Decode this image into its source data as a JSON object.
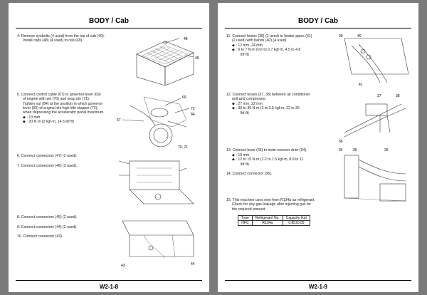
{
  "left_page": {
    "title": "BODY / Cab",
    "steps": [
      {
        "text": "4.  Remove eyebolts (4 used) from the top of cab (49).",
        "text2": "Install caps (48) (4 used) to cab (49)."
      },
      {
        "text": "5.  Connect control cable (67) to governor lever (69)",
        "text2": "of engine with pin (70) and snap pin (71).",
        "text3": "Tighten nut (84) at the position in which governor",
        "text4": "lever (69) of engine hits high idle stopper (72),",
        "text5": "when depressing the accelerator pedal maximum."
      },
      {
        "text": "6.  Connect connectors (47) (2 used)."
      },
      {
        "text": "7.  Connect connectors (46) (3 used)."
      },
      {
        "text": "8.  Connect connectors (45) (2 used)."
      },
      {
        "text": "9.  Connect connectors (44) (2 used)."
      },
      {
        "text": "10. Connect connector (43)."
      }
    ],
    "spec5a": ": 13 mm",
    "spec5b": ": 20 N·m (2 kgf·m, 14.5 lbf·ft)",
    "labels": {
      "c48": "48",
      "c49": "49",
      "c67": "67",
      "c69": "69",
      "c72": "72",
      "c84": "84",
      "c7071": "70, 71",
      "c43": "43",
      "c44": "44"
    },
    "footer": "W2-1-8"
  },
  "right_page": {
    "title": "BODY / Cab",
    "s11": "11. Connect hoses (39) (2 used) to heater pipes (41)",
    "s11b": "(2 used) with bands (40) (4 used).",
    "s11c": ": 12 mm, 24 mm",
    "s11d": ": 6 to 7 N·m (0.6 to 0.7 kgf·m, 4.5 to 4.8",
    "s11e": "lbf·ft)",
    "s12": "12. Connect hoses (37, 38) between air conditioner",
    "s12b": "unit and compressor.",
    "s12c": ": 27 mm, 22 mm",
    "s12d": ": 30 to 35 N·m (3 to 3.5 kgf·m, 22 to 26",
    "s12e": "lbf·ft)",
    "s13": "13. Connect hose (35) to main receiver drier (34).",
    "s13b": ": 19 mm",
    "s13c": ": 12 to 15 N·m (1.2 to 1.5 kgf·m, 8.9 to 11",
    "s13d": "lbf·ft)",
    "s14": "14. Connect connector (36).",
    "s15": "15. This machine uses new from R134a as refrigerant.",
    "s15b": "Check for any gas leakage after injecting gas for",
    "s15c": "the required amount.",
    "table_headers": [
      "Type",
      "Refrigerant No.",
      "Capacity (kg)"
    ],
    "table_row": [
      "HFC",
      "R134a",
      "0.85±0.05"
    ],
    "labels": {
      "c39": "39",
      "c40": "40",
      "c41": "41",
      "c37": "37",
      "c38": "38",
      "c36": "36",
      "c34": "34",
      "c35": "35",
      "c26": "26"
    },
    "footer": "W2-1-9"
  }
}
